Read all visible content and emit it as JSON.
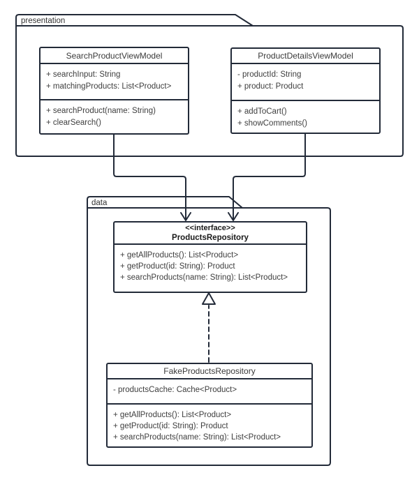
{
  "diagram": {
    "type": "uml-class-diagram",
    "colors": {
      "stroke": "#222a38",
      "text": "#3e3e3e",
      "background": "#ffffff"
    },
    "packages": [
      {
        "label": "presentation",
        "classes": [
          {
            "name": "SearchProductViewModel",
            "attributes": [
              "+ searchInput: String",
              "+ matchingProducts: List<Product>"
            ],
            "methods": [
              "+ searchProduct(name: String)",
              "+ clearSearch()"
            ]
          },
          {
            "name": "ProductDetailsViewModel",
            "attributes": [
              "- productId: String",
              "+ product: Product"
            ],
            "methods": [
              "+ addToCart()",
              "+ showComments()"
            ]
          }
        ]
      },
      {
        "label": "data",
        "classes": [
          {
            "stereotype": "<<interface>>",
            "name": "ProductsRepository",
            "attributes": [],
            "methods": [
              "+ getAllProducts(): List<Product>",
              "+ getProduct(id: String): Product",
              "+ searchProducts(name: String): List<Product>"
            ]
          },
          {
            "name": "FakeProductsRepository",
            "attributes": [
              "- productsCache: Cache<Product>"
            ],
            "methods": [
              "+ getAllProducts(): List<Product>",
              "+ getProduct(id: String): Product",
              "+ searchProducts(name: String): List<Product>"
            ]
          }
        ]
      }
    ],
    "relationships": [
      {
        "from": "SearchProductViewModel",
        "to": "ProductsRepository",
        "type": "directed-association"
      },
      {
        "from": "ProductDetailsViewModel",
        "to": "ProductsRepository",
        "type": "directed-association"
      },
      {
        "from": "FakeProductsRepository",
        "to": "ProductsRepository",
        "type": "realization"
      }
    ]
  }
}
